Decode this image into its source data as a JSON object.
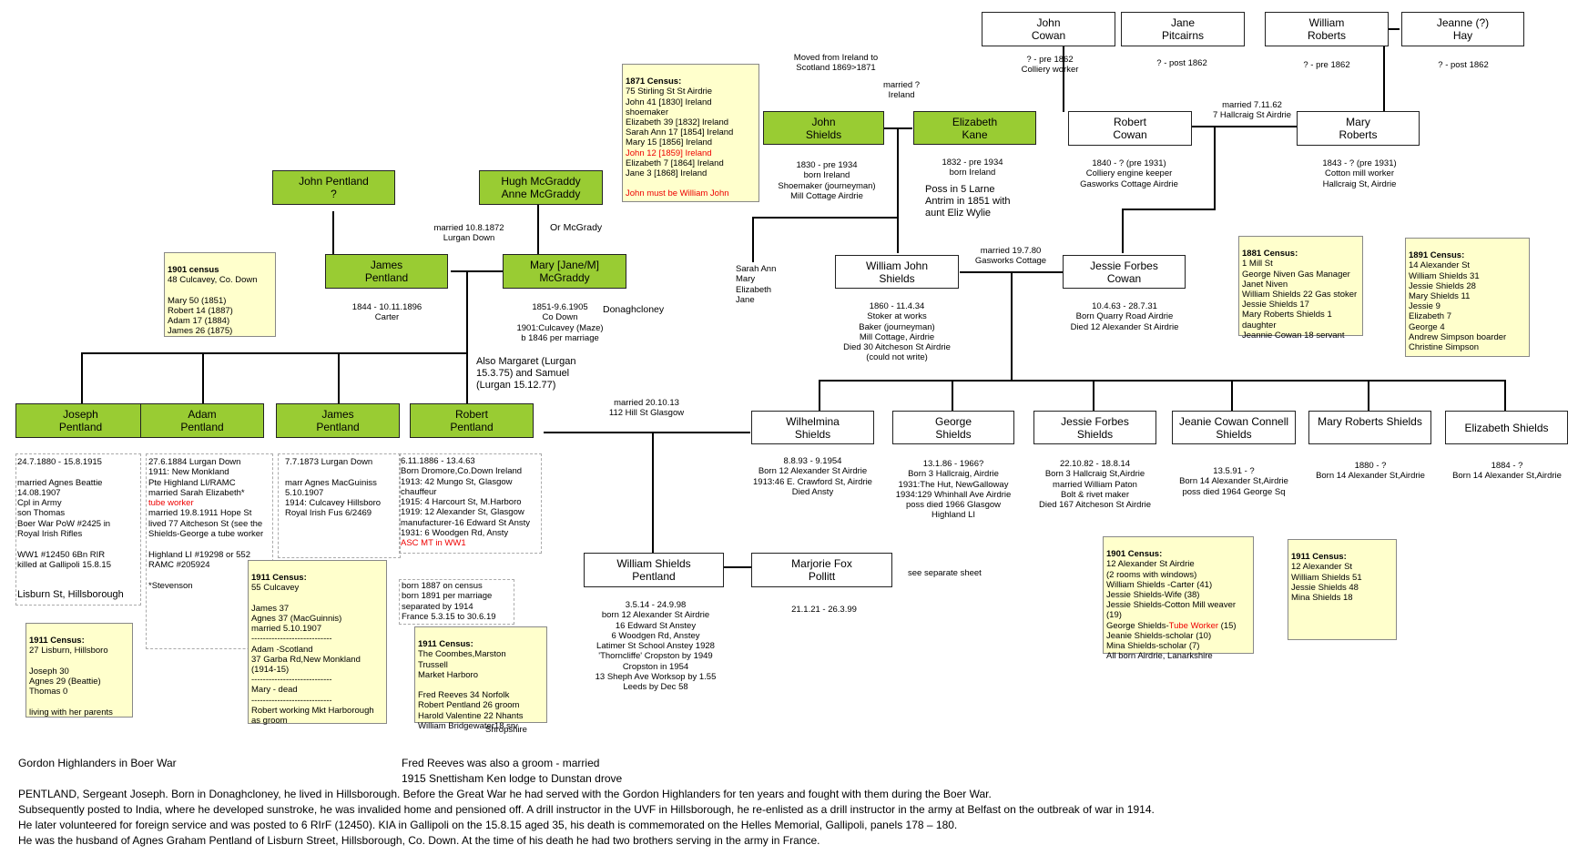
{
  "people": {
    "john_cowan": "John\nCowan",
    "jane_pitcairns": "Jane\nPitcairns",
    "william_roberts": "William\nRoberts",
    "jeanne_hay": "Jeanne (?)\nHay",
    "john_shields": "John\nShields",
    "elizabeth_kane": "Elizabeth\nKane",
    "robert_cowan": "Robert\nCowan",
    "mary_roberts": "Mary\nRoberts",
    "john_pentland_sr": "John Pentland\n?",
    "hugh_mcgraddy": "Hugh McGraddy\nAnne McGraddy",
    "james_pentland": "James\nPentland",
    "mary_mcgraddy": "Mary [Jane/M]\nMcGraddy",
    "william_john_shields": "William John\nShields",
    "jessie_forbes_cowan": "Jessie Forbes\nCowan",
    "joseph_pentland": "Joseph\nPentland",
    "adam_pentland": "Adam\nPentland",
    "james_pentland_jr": "James\nPentland",
    "robert_pentland": "Robert\nPentland",
    "wilhelmina_shields": "Wilhelmina\nShields",
    "george_shields": "George\nShields",
    "jessie_forbes_shields": "Jessie Forbes\nShields",
    "jeanie_cowan_connell_shields": "Jeanie Cowan Connell\nShields",
    "mary_roberts_shields": "Mary Roberts Shields",
    "elizabeth_shields": "Elizabeth Shields",
    "william_shields_pentland": "William Shields\nPentland",
    "marjorie_fox_pollitt": "Marjorie Fox\nPollitt"
  },
  "details": {
    "john_cowan": "? - pre 1862\nColliery worker",
    "jane_pitcairns": "? - post 1862",
    "william_roberts": "? - pre 1862",
    "jeanne_hay": "? - post 1862",
    "moved": "Moved from Ireland to\nScotland 1869>1871",
    "married_ireland": "married ?\nIreland",
    "john_shields": "1830 - pre 1934\nborn Ireland\nShoemaker (journeyman)\nMill Cottage Airdrie",
    "elizabeth_kane": "1832 - pre 1934\nborn Ireland",
    "elizabeth_kane_note": "Poss in 5 Larne\nAntrim in 1851 with\naunt Eliz Wylie",
    "married_1862": "married 7.11.62\n7 Hallcraig St Airdrie",
    "robert_cowan": "1840 - ? (pre 1931)\nColliery engine keeper\nGasworks Cottage Airdrie",
    "mary_roberts": "1843 - ? (pre 1931)\nCotton mill worker\nHallcraig St, Airdrie",
    "married_1872": "married 10.8.1872\nLurgan Down",
    "or_mcgrady": "Or McGrady",
    "james_pentland": "1844 - 10.11.1896\nCarter",
    "mary_mcgraddy": "1851-9.6.1905\nCo Down\n1901:Culcavey (Maze)\nb 1846 per marriage",
    "donaghcloney": "Donaghcloney",
    "siblings": "Sarah Ann\nMary\nElizabeth\nJane",
    "married_1880": "married 19.7.80\nGasworks Cottage",
    "william_john_shields": "1860 - 11.4.34\nStoker at works\nBaker (journeyman)\nMill Cottage, Airdrie\nDied 30 Aitcheson St Airdrie\n(could not write)",
    "jessie_forbes_cowan": "10.4.63 - 28.7.31\nBorn Quarry Road Airdrie\nDied 12 Alexander St Airdrie",
    "also_margaret": "Also Margaret (Lurgan\n15.3.75) and Samuel\n(Lurgan 15.12.77)",
    "married_1913": "married 20.10.13\n112 Hill St Glasgow",
    "joseph_pentland": "24.7.1880 - 15.8.1915\n\nmarried Agnes Beattie\n14.08.1907\nCpl in Army\nson Thomas\nBoer War PoW #2425 in\nRoyal Irish Rifles\n\nWW1 #12450 6Bn RIR\nkilled at Gallipoli 15.8.15",
    "joseph_address": "Lisburn St, Hillsborough",
    "adam_pentland_a": "27.6.1884 Lurgan Down\n1911: New Monkland\n  Pte Highland LI/RAMC\nmarried Sarah Elizabeth*",
    "adam_pentland_red": "tube worker",
    "adam_pentland_b": "married 19.8.1911 Hope St\nlived 77 Aitcheson St (see the\nShields-George a tube worker\n\nHighland LI #19298 or 552\nRAMC #205924\n\n*Stevenson",
    "james_pentland_jr": "7.7.1873 Lurgan Down\n\nmarr Agnes MacGuiniss\n5.10.1907\n1914: Culcavey Hillsboro\nRoyal Irish Fus  6/2469",
    "robert_pentland": "6.11.1886 - 13.4.63\nBorn Dromore,Co.Down Ireland\n1913: 42 Mungo St, Glasgow\nchauffeur\n1915: 4 Harcourt St, M.Harboro\n1919: 12 Alexander St, Glasgow\nmanufacturer-16 Edward St Ansty\n1931: 6 Woodgen Rd, Ansty",
    "robert_pentland_red": "ASC MT in WW1",
    "robert_born": "born 1887 on census\nborn 1891 per marriage\nseparated by 1914\nFrance 5.3.15 to 30.6.19",
    "wilhelmina_shields": "8.8.93 - 9.1954\nBorn 12 Alexander St Airdrie\n1913:46 E. Crawford St, Airdrie\nDied Ansty",
    "george_shields": "13.1.86 - 1966?\nBorn 3 Hallcraig, Airdrie\n1931:The Hut, NewGalloway\n1934:129 Whinhall Ave Airdrie\nposs died 1966 Glasgow\nHighland LI",
    "jessie_forbes_shields": "22.10.82 - 18.8.14\nBorn 3 Hallcraig St,Airdrie\nmarried William Paton\nBolt & rivet maker\nDied 167 Aitcheson St Airdrie",
    "jeanie_shields": "13.5.91 - ?\nBorn 14 Alexander St,Airdrie\nposs died 1964 George Sq",
    "mary_roberts_shields": "1880 - ?\nBorn 14 Alexander St,Airdrie",
    "elizabeth_shields": "1884 - ?\nBorn 14 Alexander St,Airdrie",
    "william_shields_pentland": "3.5.14 - 24.9.98\nborn 12 Alexander St Airdrie\n16 Edward St Anstey\n6 Woodgen Rd, Anstey\nLatimer St School Anstey 1928\n'Thorncliffe' Cropston by 1949\nCropston in 1954\n13 Sheph Ave Worksop by 1.55\nLeeds by Dec 58",
    "marjorie_fox_pollitt": "21.1.21 - 26.3.99",
    "see_separate": "see separate sheet",
    "shropshire": "Shropshire"
  },
  "notes": {
    "census_1871_title": "1871 Census:",
    "census_1871_a": "75 Stirling St St Airdrie\nJohn          41 [1830] Ireland\n                     shoemaker\nElizabeth   39 [1832] Ireland\nSarah Ann  17 [1854] Ireland\nMary          15 [1856] Ireland",
    "census_1871_red": "John           12 [1859] Ireland",
    "census_1871_b": "Elizabeth     7 [1864] Ireland\nJane             3 [1868] Ireland",
    "census_1871_footer": "John must be William John",
    "census_1901_cd_title": "1901 census",
    "census_1901_cd": "48 Culcavey, Co. Down\n\nMary 50  (1851)\nRobert 14  (1887)\nAdam 17  (1884)\nJames 26  (1875)",
    "census_1881_title": "1881 Census:",
    "census_1881": "1 Mill St\nGeorge Niven         Gas Manager\nJanet Niven\nWilliam Shields     22 Gas stoker\nJessie Shields       17\nMary Roberts Shields 1  daughter\nJeannie Cowan   18  servant",
    "census_1891_title": "1891 Census:",
    "census_1891": "14 Alexander St\nWilliam Shields    31\nJessie Shields     28\nMary Shields        11\nJessie                   9\nElizabeth               7\nGeorge                  4\nAndrew Simpson     boarder\nChristine Simpson",
    "census_1911_james_title": "1911 Census:",
    "census_1911_james": "55 Culcavey\n\nJames 37\nAgnes 37 (MacGuinnis)\nmarried 5.10.1907\n----------------------------\nAdam -Scotland\n37 Garba Rd,New Monkland\n(1914-15)\n----------------------------\nMary - dead\n----------------------------\nRobert working Mkt Harborough\nas groom",
    "census_1911_lisburn_title": "1911 Census:",
    "census_1911_lisburn": "27 Lisburn, Hillsboro\n\nJoseph 30\nAgnes 29 (Beattie)\nThomas 0\n\nliving with her parents",
    "census_1911_coombes_title": "1911 Census:",
    "census_1911_coombes": "The Coombes,Marston\nTrussell\nMarket Harboro\n\nFred Reeves 34 Norfolk\nRobert Pentland   26 groom\nHarold Valentine 22 Nhants\nWilliam Bridgewater18 srv",
    "census_1901_ax_title": "1901 Census:",
    "census_1901_ax_a": "12 Alexander St Airdrie\n(2 rooms with windows)\nWilliam Shields -Carter (41)\nJessie Shields-Wife (38)\nJessie Shields-Cotton Mill weaver (19)\nGeorge Shields-",
    "census_1901_ax_red": "Tube Worker",
    "census_1901_ax_b": " (15)\nJeanie Shields-scholar (10)\nMina Shields-scholar (7)\nAll born Airdrie, Lanarkshire",
    "census_1911_ax_title": "1911 Census:",
    "census_1911_ax": "12 Alexander St\nWilliam Shields    51\nJessie Shields      48\nMina Shields        18"
  },
  "footer": {
    "gordon": "Gordon Highlanders in Boer War",
    "fred": "Fred Reeves was also a groom - married\n1915 Snettisham Ken lodge to Dunstan drove",
    "para": "PENTLAND, Sergeant Joseph.  Born in Donaghcloney, he lived in Hillsborough.  Before the Great War he had served with the Gordon Highlanders for ten years and fought with them during the Boer War.\nSubsequently posted to India, where he developed sunstroke, he was invalided home and pensioned off.  A drill instructor in the UVF in Hillsborough, he re-enlisted as a drill instructor in the army at Belfast on the outbreak of war in 1914.\nHe later volunteered for foreign service and was posted to 6 RIrF (12450).  KIA in Gallipoli on the 15.8.15 aged 35, his death is commemorated on the Helles Memorial, Gallipoli, panels 178 – 180.\nHe was the husband of Agnes Graham Pentland of Lisburn Street, Hillsborough, Co. Down.  At the time of his death he had two brothers serving in the army in France."
  },
  "colors": {
    "person_green": "#99cc33",
    "note_yellow": "#ffffcc",
    "highlight_red": "#ee0000"
  }
}
